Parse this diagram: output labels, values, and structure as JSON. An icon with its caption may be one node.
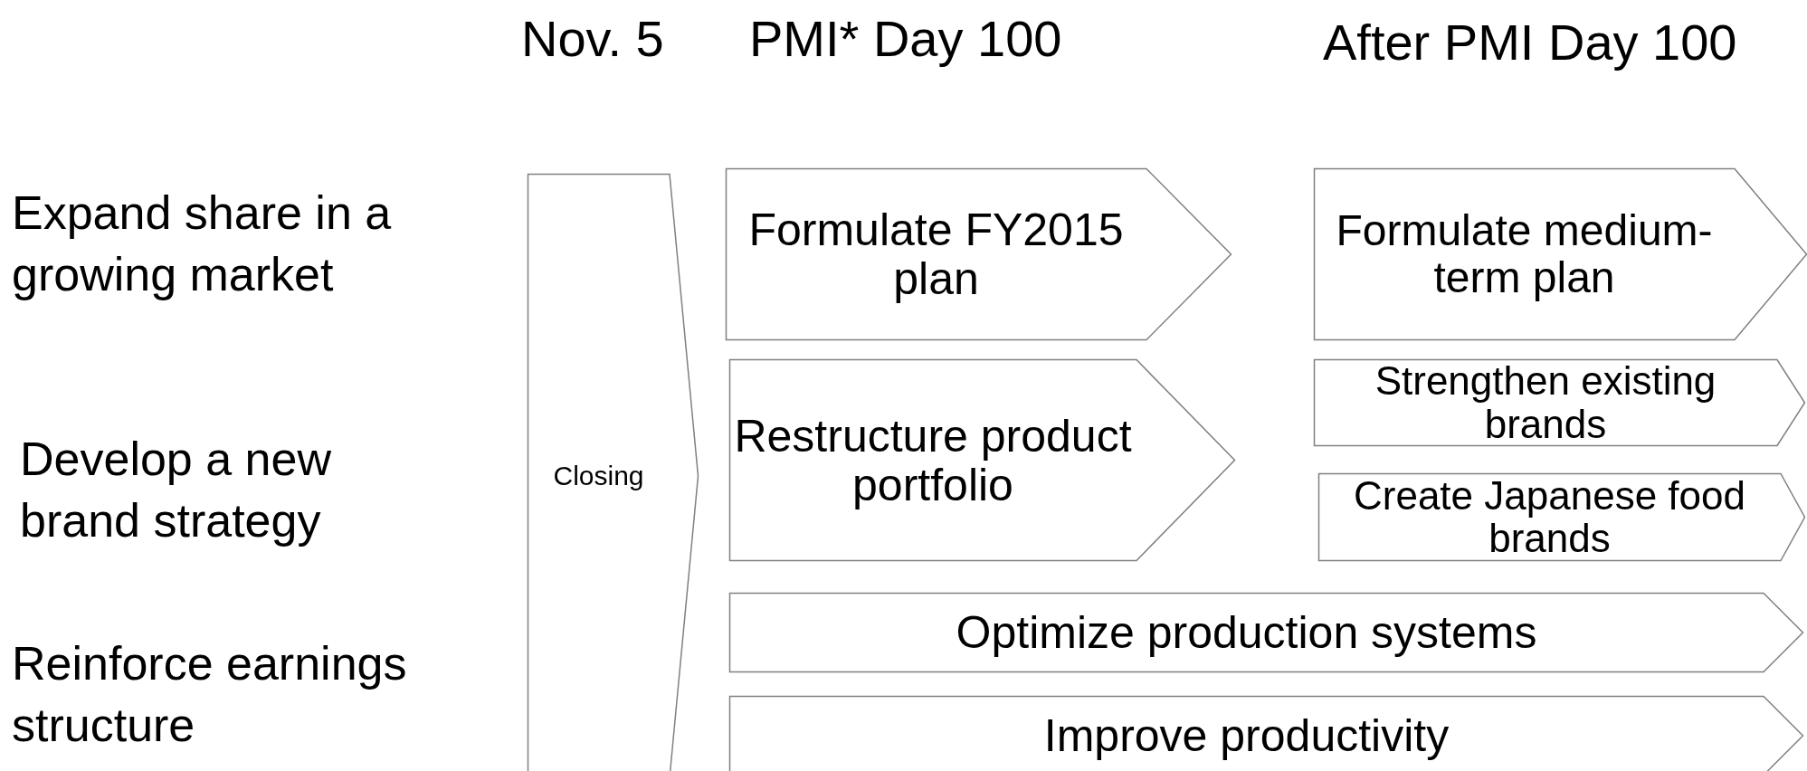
{
  "diagram": {
    "nodes": [
      {
        "text": [
          "Closing"
        ]
      },
      {
        "text": [
          "Formulate FY2015 plan"
        ]
      },
      {
        "text": [
          "Restructure product portfolio"
        ]
      },
      {
        "text": [
          "Formulate medium-term plan"
        ]
      },
      {
        "text": [
          "Strengthen existing brands"
        ]
      },
      {
        "text": [
          "Create Japanese food brands"
        ]
      },
      {
        "text": [
          "Optimize production systems"
        ]
      },
      {
        "text": [
          "Improve productivity"
        ]
      }
    ],
    "labels": [
      "Nov. 5",
      "PMI* Day 100",
      "After PMI Day 100",
      "Expand share in a growing market",
      "Develop a new brand strategy",
      "Reinforce earnings structure"
    ]
  }
}
